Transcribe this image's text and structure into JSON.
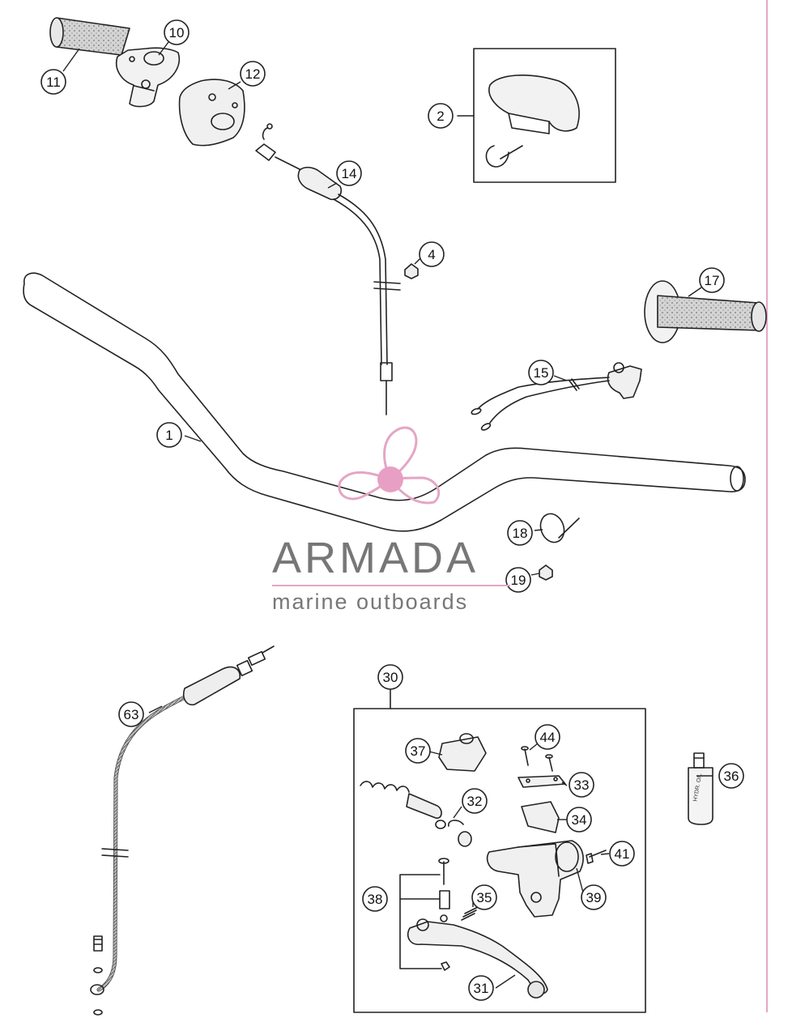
{
  "colors": {
    "line": "#222222",
    "grip_fill": "#cfcfcf",
    "page_rule": "#e4a6c4",
    "brand_text": "#777777",
    "logo_pink": "#e4a6c4",
    "logo_center": "#e89fc4"
  },
  "watermark": {
    "name": "ARMADA",
    "tagline": "marine outboards",
    "icon": "propeller-icon"
  },
  "parts": [
    {
      "id": "1",
      "label": "1"
    },
    {
      "id": "2",
      "label": "2"
    },
    {
      "id": "4",
      "label": "4"
    },
    {
      "id": "10",
      "label": "10"
    },
    {
      "id": "11",
      "label": "11"
    },
    {
      "id": "12",
      "label": "12"
    },
    {
      "id": "14",
      "label": "14"
    },
    {
      "id": "15",
      "label": "15"
    },
    {
      "id": "17",
      "label": "17"
    },
    {
      "id": "18",
      "label": "18"
    },
    {
      "id": "19",
      "label": "19"
    },
    {
      "id": "30",
      "label": "30"
    },
    {
      "id": "31",
      "label": "31"
    },
    {
      "id": "32",
      "label": "32"
    },
    {
      "id": "33",
      "label": "33"
    },
    {
      "id": "34",
      "label": "34"
    },
    {
      "id": "35",
      "label": "35"
    },
    {
      "id": "36",
      "label": "36"
    },
    {
      "id": "37",
      "label": "37"
    },
    {
      "id": "38",
      "label": "38"
    },
    {
      "id": "39",
      "label": "39"
    },
    {
      "id": "41",
      "label": "41"
    },
    {
      "id": "44",
      "label": "44"
    },
    {
      "id": "63",
      "label": "63"
    }
  ],
  "bottle_label": "HYDR. OIL"
}
